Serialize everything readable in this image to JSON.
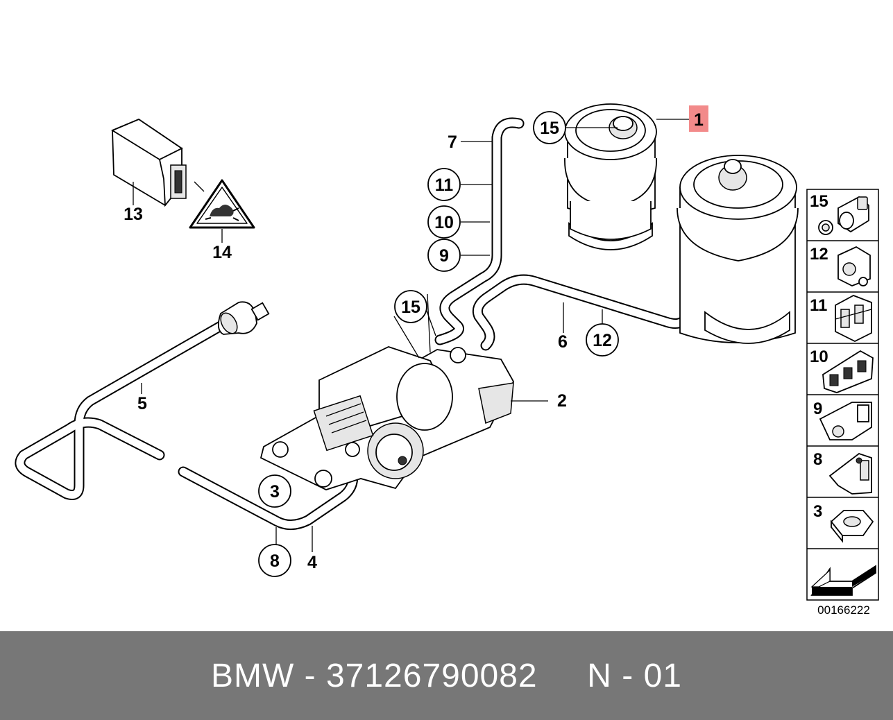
{
  "diagram": {
    "callouts": {
      "c1": "1",
      "c2": "2",
      "c3": "3",
      "c4": "4",
      "c5": "5",
      "c6": "6",
      "c7": "7",
      "c8": "8",
      "c9": "9",
      "c10": "10",
      "c11": "11",
      "c12": "12",
      "c13": "13",
      "c14": "14",
      "c15a": "15",
      "c15b": "15"
    },
    "highlight_color": "#f28a8a",
    "sidebar": [
      {
        "num": "15",
        "icon": "hose-fitting-icon"
      },
      {
        "num": "12",
        "icon": "line-clip-icon"
      },
      {
        "num": "11",
        "icon": "double-clip-icon"
      },
      {
        "num": "10",
        "icon": "multi-clip-icon"
      },
      {
        "num": "9",
        "icon": "hose-bracket-icon"
      },
      {
        "num": "8",
        "icon": "bracket-clip-icon"
      },
      {
        "num": "3",
        "icon": "hex-nut-icon"
      },
      {
        "num": "",
        "icon": "arrow-left-icon"
      }
    ],
    "reference_number": "00166222"
  },
  "footer": {
    "text": "BMW - 37126790082     N - 01"
  }
}
